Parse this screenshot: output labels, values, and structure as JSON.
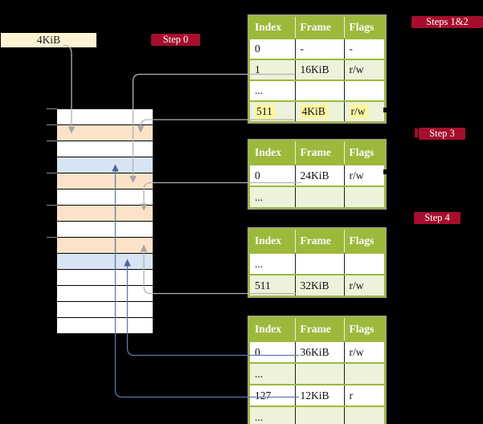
{
  "colors": {
    "background": "#000000",
    "legend_box_bg": "#fdf3d2",
    "badge_bg": "#a50f2d",
    "badge_text": "#ffffff",
    "mem_white": "#ffffff",
    "mem_orange": "#fce3c7",
    "mem_blue": "#d7e4f4",
    "tick_gray": "#8a8a8a",
    "table_header_bg": "#9cb93c",
    "table_border": "#9cb93c",
    "table_row_alt_bg": "#edf2db",
    "highlight_yellow": "#fcf6a2",
    "arrow_gray": "#b3b3b3",
    "arrow_gray_head": "#a6a6a6",
    "arrow_blue": "#5b79ad",
    "arrow_blue_head": "#4a669e"
  },
  "legend": {
    "label": "4KiB"
  },
  "badges": [
    {
      "label": "Step 0"
    },
    {
      "label": "Steps 1&2"
    },
    {
      "label": "Step 3"
    },
    {
      "label": "Step 4"
    }
  ],
  "memory_rows": [
    "white",
    "orange",
    "white",
    "blue",
    "orange",
    "white",
    "orange",
    "white",
    "orange",
    "blue",
    "white",
    "white",
    "white",
    "white"
  ],
  "tables": [
    {
      "headers": [
        "Index",
        "Frame",
        "Flags"
      ],
      "rows": [
        [
          "0",
          "-",
          "-"
        ],
        [
          "1",
          "16KiB",
          "r/w"
        ],
        [
          "...",
          "",
          ""
        ],
        [
          "511",
          "4KiB",
          "r/w"
        ]
      ],
      "highlighted_row_index": 3
    },
    {
      "headers": [
        "Index",
        "Frame",
        "Flags"
      ],
      "rows": [
        [
          "0",
          "24KiB",
          "r/w"
        ],
        [
          "...",
          "",
          ""
        ]
      ]
    },
    {
      "headers": [
        "Index",
        "Frame",
        "Flags"
      ],
      "rows": [
        [
          "...",
          "",
          ""
        ],
        [
          "511",
          "32KiB",
          "r/w"
        ]
      ]
    },
    {
      "headers": [
        "Index",
        "Frame",
        "Flags"
      ],
      "rows": [
        [
          "0",
          "36KiB",
          "r/w"
        ],
        [
          "...",
          "",
          ""
        ],
        [
          "127",
          "12KiB",
          "r"
        ],
        [
          "...",
          "",
          ""
        ]
      ]
    }
  ],
  "arrows": [
    {
      "from": "4KiB label",
      "to": "memory frame 4KiB",
      "color": "gray"
    },
    {
      "from": "table1 entry 1 (16KiB)",
      "to": "memory frame 16KiB",
      "color": "gray"
    },
    {
      "from": "table1 entry 511 (4KiB)",
      "to": "memory frame 4KiB",
      "color": "gray"
    },
    {
      "from": "table2 entry 0 (24KiB)",
      "to": "memory frame 24KiB",
      "color": "gray"
    },
    {
      "from": "table3 entry 511 (32KiB)",
      "to": "memory frame 32KiB",
      "color": "gray"
    },
    {
      "from": "table4 entry 0 (36KiB)",
      "to": "memory frame 36KiB",
      "color": "blue"
    },
    {
      "from": "table4 entry 127 (12KiB)",
      "to": "memory frame 12KiB",
      "color": "blue"
    }
  ]
}
